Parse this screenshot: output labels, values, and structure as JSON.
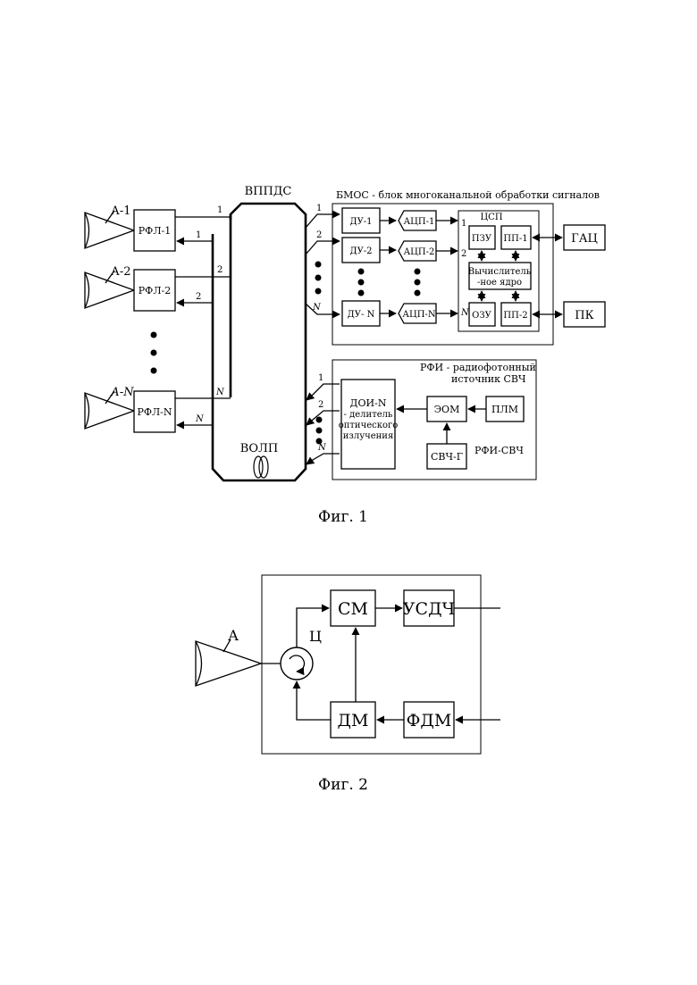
{
  "fig1": {
    "caption": "Фиг. 1",
    "bus_label": "ВППДС",
    "fiber_label": "ВОЛП",
    "antennas": [
      "А-1",
      "А-2",
      "А-N"
    ],
    "rfl": [
      "РФЛ-1",
      "РФЛ-2",
      "РФЛ-N"
    ],
    "line_nums": {
      "one": "1",
      "two": "2",
      "n": "N"
    },
    "bmos": {
      "title": "БМОС - блок многоканальной обработки сигналов",
      "du": [
        "ДУ-1",
        "ДУ-2",
        "ДУ- N"
      ],
      "adc": [
        "АЦП-1",
        "АЦП-2",
        "АЦП-N"
      ],
      "dsp": {
        "title": "ЦСП",
        "rom": "ПЗУ",
        "ram": "ОЗУ",
        "pp1": "ПП-1",
        "pp2": "ПП-2",
        "core_line1": "Вычислитель",
        "core_line2": "-ное ядро"
      }
    },
    "gac": "ГАЦ",
    "pc": "ПК",
    "rfi": {
      "title_line1": "РФИ - радиофотонный",
      "title_line2": "источник СВЧ",
      "doi_line1": "ДОИ-N",
      "doi_line2": "- делитель",
      "doi_line3": "оптического",
      "doi_line4": "излучения",
      "eom": "ЭОМ",
      "plm": "ПЛМ",
      "svch_g": "СВЧ-Г",
      "sub_label": "РФИ-СВЧ"
    }
  },
  "fig2": {
    "caption": "Фиг. 2",
    "antenna": "А",
    "circulator": "Ц",
    "cm": "СМ",
    "usdch": "УСДЧ",
    "dm": "ДМ",
    "fdm": "ФДМ"
  }
}
